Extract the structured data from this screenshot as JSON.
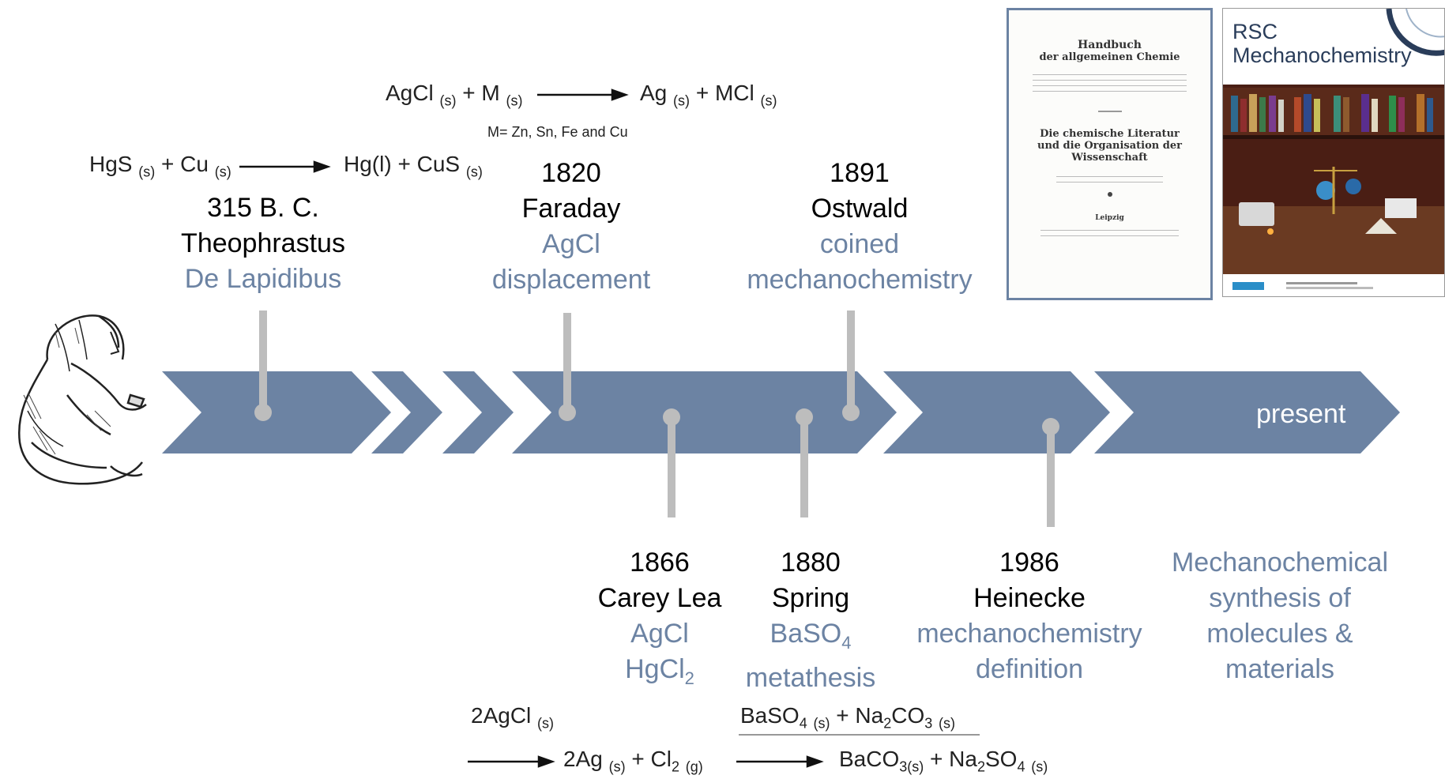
{
  "timeline": {
    "arrow_color": "#6c83a3",
    "stem_color": "#bdbdbd",
    "present_label": "present"
  },
  "events_top": [
    {
      "year": "315 B. C.",
      "name": "Theophrastus",
      "desc": [
        "De Lapidibus"
      ]
    },
    {
      "year": "1820",
      "name": "Faraday",
      "desc": [
        "AgCl",
        "displacement"
      ]
    },
    {
      "year": "1891",
      "name": "Ostwald",
      "desc": [
        "coined",
        "mechanochemistry"
      ]
    }
  ],
  "events_bottom": [
    {
      "year": "1866",
      "name": "Carey Lea",
      "desc": [
        "AgCl",
        "HgCl"
      ],
      "desc_sub": "2"
    },
    {
      "year": "1880",
      "name": "Spring",
      "desc": [
        "BaSO",
        "metathesis"
      ],
      "desc_sub": "4"
    },
    {
      "year": "1986",
      "name": "Heinecke",
      "desc": [
        "mechanochemistry",
        "definition"
      ]
    },
    {
      "name": "",
      "desc": [
        "Mechanochemical",
        "synthesis of",
        "molecules &",
        "materials"
      ]
    }
  ],
  "equations": {
    "hgs": {
      "r1": "HgS",
      "r2": "Cu",
      "p1": "Hg(l)",
      "p2": "CuS",
      "state": "(s)",
      "plus": "+"
    },
    "agcl": {
      "r1": "AgCl",
      "r2": "M",
      "p1": "Ag",
      "p2": "MCl",
      "state": "(s)",
      "plus": "+",
      "note": "M= Zn, Sn, Fe and Cu"
    },
    "carey": {
      "r1": "2AgCl",
      "p1": "2Ag",
      "p2": "Cl",
      "p2_sub": "2",
      "state": "(s)",
      "gstate": "(g)",
      "plus": "+"
    },
    "spring": {
      "r1": "BaSO",
      "r1_sub": "4",
      "r2": "Na",
      "r2_sub1": "2",
      "r2_mid": "CO",
      "r2_sub2": "3",
      "p1": "BaCO",
      "p1_sub": "3(s)",
      "p2": "Na",
      "p2_sub1": "2",
      "p2_mid": "SO",
      "p2_sub2": "4",
      "state": "(s)",
      "plus": "+"
    }
  },
  "book": {
    "title1": "Handbuch",
    "title2": "der allgemeinen Chemie",
    "title3": "Die chemische Literatur",
    "title4": "und die Organisation der",
    "title5": "Wissenschaft",
    "place": "Leipzig"
  },
  "journal": {
    "line1": "RSC",
    "line2": "Mechanochemistry"
  }
}
